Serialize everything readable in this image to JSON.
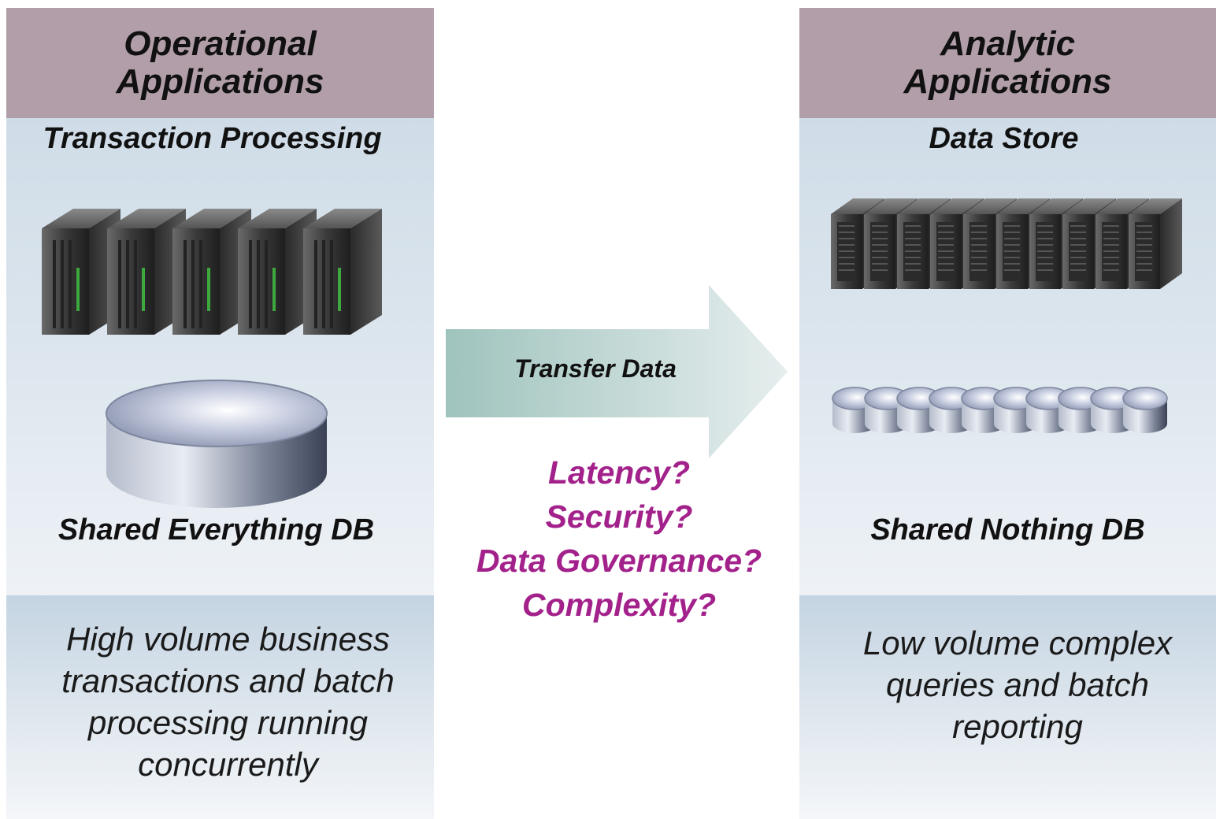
{
  "left": {
    "header_line1": "Operational",
    "header_line2": "Applications",
    "subtitle": "Transaction Processing",
    "db_label": "Shared Everything DB",
    "description": [
      "High volume business",
      "transactions and batch",
      "processing running",
      "concurrently"
    ]
  },
  "right": {
    "header_line1": "Analytic",
    "header_line2": "Applications",
    "subtitle": "Data Store",
    "db_label": "Shared Nothing DB",
    "description": [
      "Low volume complex",
      "queries and batch",
      "reporting"
    ]
  },
  "arrow": {
    "label": "Transfer Data"
  },
  "questions": [
    "Latency?",
    "Security?",
    "Data Governance?",
    "Complexity?"
  ],
  "colors": {
    "header": "#b19ea8",
    "question_text": "#a3218b",
    "arrow_start": "#9fc3bd",
    "arrow_end": "#e6eeee"
  },
  "icons": {
    "left_servers": "server-rack-icon",
    "left_db": "database-disk-icon",
    "right_servers": "server-rack-icon",
    "right_db": "database-disk-icon"
  }
}
